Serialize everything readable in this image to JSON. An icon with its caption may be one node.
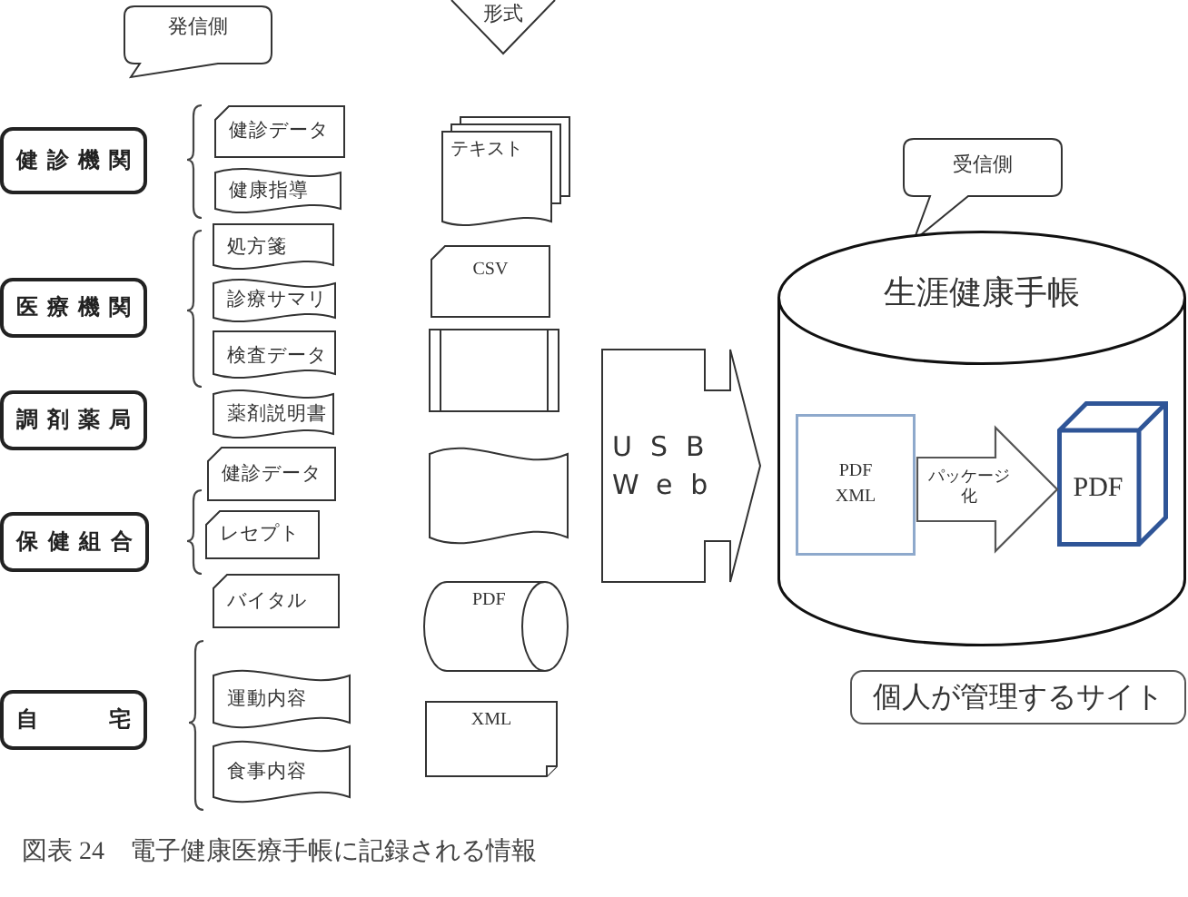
{
  "diagram": {
    "caption": "図表 24　電子健康医療手帳に記録される情報",
    "nodes": [
      {
        "text": [
          "発信側"
        ]
      },
      {
        "text": [
          "形式"
        ]
      },
      {
        "text": [
          "健診機関"
        ]
      },
      {
        "text": [
          "医療機関"
        ]
      },
      {
        "text": [
          "調剤薬局"
        ]
      },
      {
        "text": [
          "保健組合"
        ]
      },
      {
        "text": [
          "自宅"
        ]
      },
      {
        "text": [
          "健診データ"
        ]
      },
      {
        "text": [
          "健康指導"
        ]
      },
      {
        "text": [
          "処方箋"
        ]
      },
      {
        "text": [
          "診療サマリ"
        ]
      },
      {
        "text": [
          "検査データ"
        ]
      },
      {
        "text": [
          "薬剤説明書"
        ]
      },
      {
        "text": [
          "健診データ"
        ]
      },
      {
        "text": [
          "レセプト"
        ]
      },
      {
        "text": [
          "バイタル"
        ]
      },
      {
        "text": [
          "運動内容"
        ]
      },
      {
        "text": [
          "食事内容"
        ]
      },
      {
        "text": [
          "テキスト"
        ]
      },
      {
        "text": [
          "CSV"
        ]
      },
      {
        "text": [],
        "shape": "box"
      },
      {
        "text": [],
        "shape": "box"
      },
      {
        "text": [
          "PDF"
        ]
      },
      {
        "text": [
          "XML"
        ]
      },
      {
        "text": [
          "USB Web"
        ]
      },
      {
        "text": [
          "受信側"
        ]
      },
      {
        "text": [
          "生涯健康手帳"
        ]
      },
      {
        "text": [
          "PDF XML"
        ],
        "in": 26
      },
      {
        "text": [
          "PDF"
        ],
        "in": 26
      },
      {
        "text": [
          "個人が管理するサイト"
        ]
      }
    ],
    "edges": [
      {
        "from": 27,
        "to": 28,
        "arrow": "to",
        "label": "パッケージ化"
      }
    ]
  }
}
